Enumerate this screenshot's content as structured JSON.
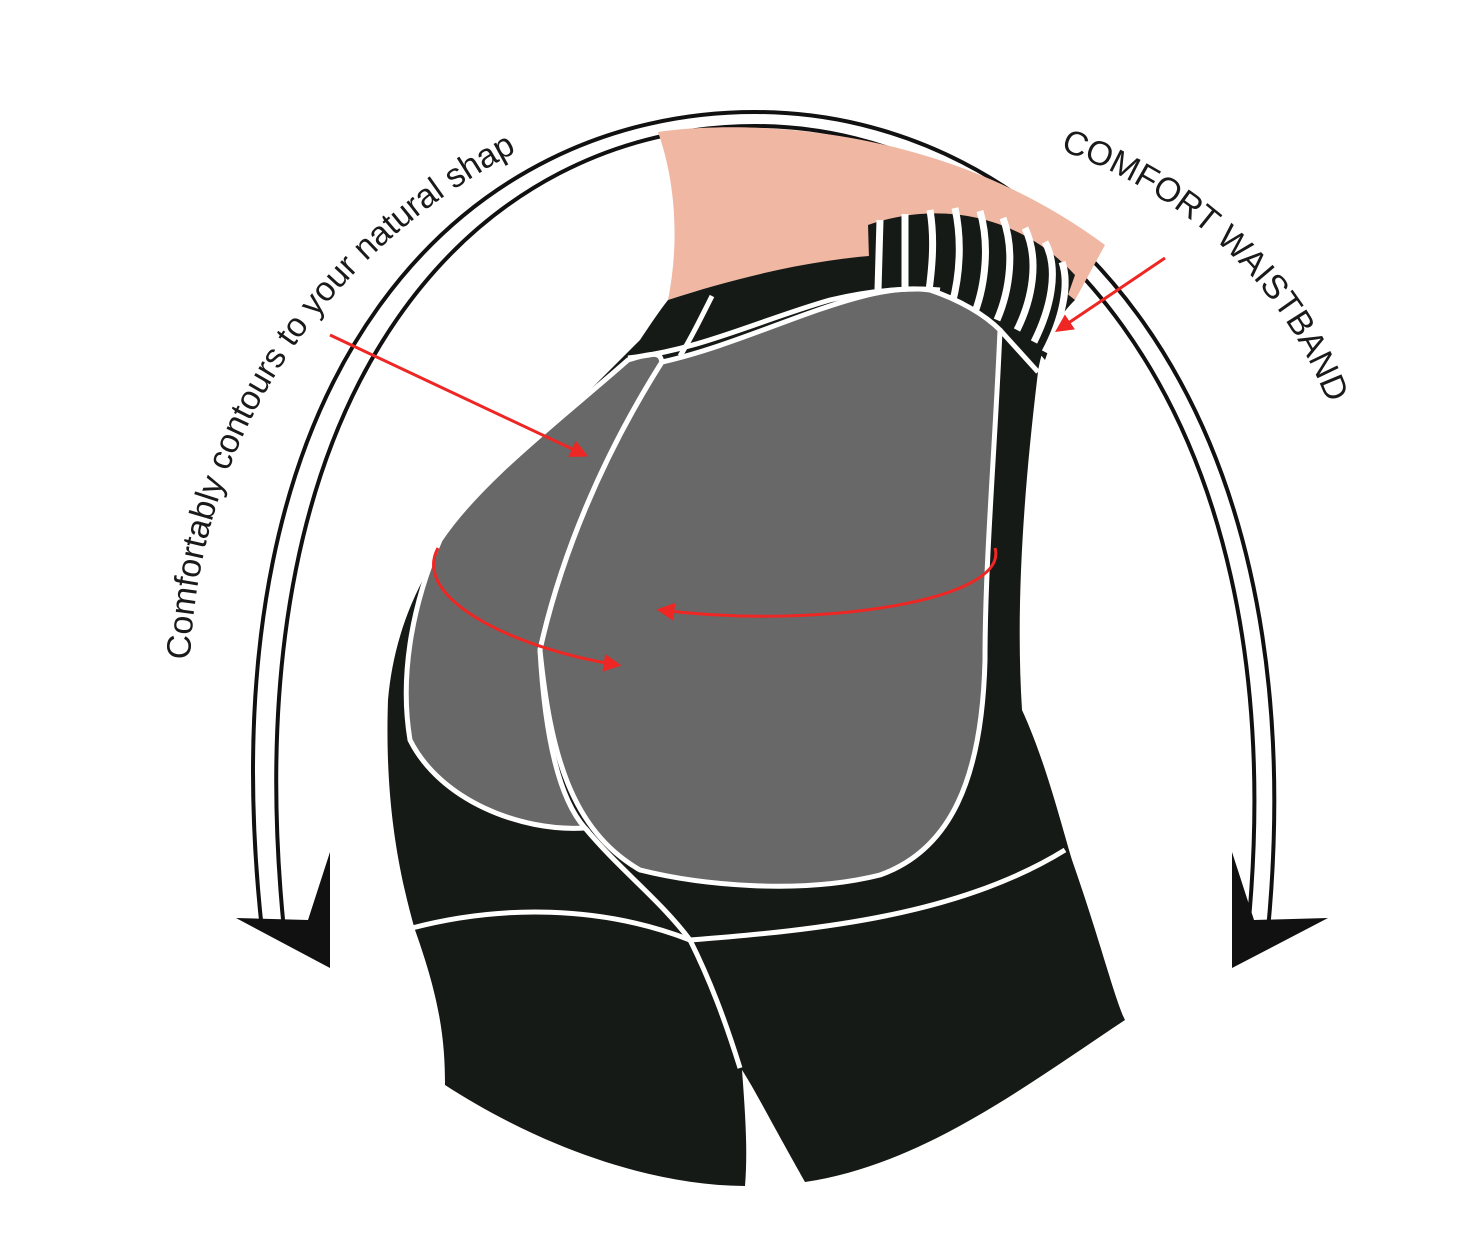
{
  "labels": {
    "left_arc": "Comfortably contours to your natural shape",
    "right_arc": "COMFORT WAISTBAND"
  },
  "colors": {
    "garment_black": "#161a16",
    "panel_gray": "#686868",
    "skin": "#f0b7a2",
    "seam_white": "#ffffff",
    "arrow_red": "#ee2724",
    "outline": "#111111"
  },
  "icons": [
    "curved-arrow-left",
    "curved-arrow-right",
    "red-pointer-arrow"
  ]
}
